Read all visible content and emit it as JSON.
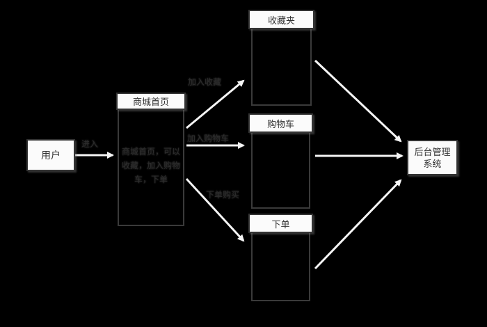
{
  "diagram": {
    "background_color": "#000000",
    "nodes": {
      "user": {
        "label": "用户"
      },
      "mall_home": {
        "title": "商城首页",
        "body_text": "商城首页，可以收藏，加入购物车，下单"
      },
      "favorites": {
        "title": "收藏夹"
      },
      "cart": {
        "title": "购物车"
      },
      "order": {
        "title": "下单"
      },
      "backend": {
        "title_line1": "后台管理",
        "title_line2": "系统"
      }
    },
    "edge_labels": {
      "enter": "进入",
      "add_favorite": "加入收藏",
      "add_to_cart": "加入购物车",
      "order_purchase": "下单购买"
    },
    "colors": {
      "node_fill": "#fbfbfb",
      "node_border": "#333333",
      "node_text": "#333333",
      "container_body_border": "#3a3a3a",
      "arrow": "#f5f5f5",
      "edge_label_text": "#2d2d2d"
    }
  }
}
